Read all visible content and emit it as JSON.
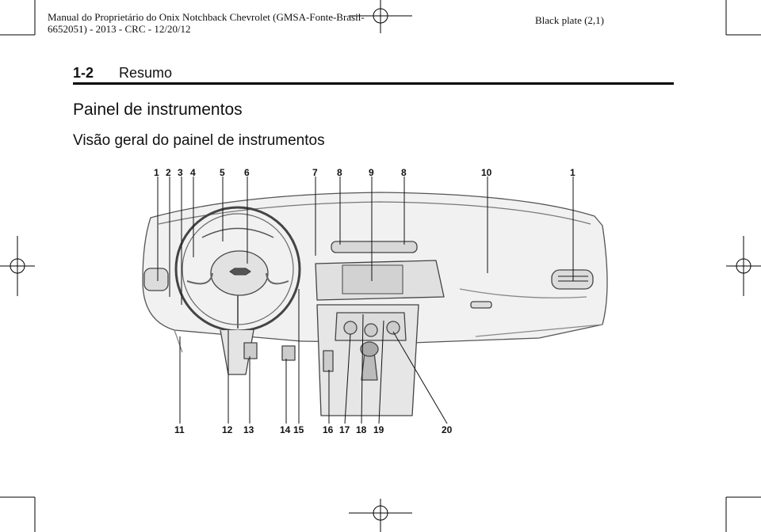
{
  "header": {
    "title_line1": "Manual do Proprietário do Onix Notchback Chevrolet (GMSA-Fonte-Brasil-",
    "title_line2": "6652051) - 2013 - CRC - 12/20/12",
    "plate": "Black plate (2,1)"
  },
  "section": {
    "number": "1-2",
    "title": "Resumo"
  },
  "heading": "Painel de instrumentos",
  "subheading": "Visão geral do painel de instrumentos",
  "figure": {
    "top_labels": [
      "1",
      "2",
      "3",
      "4",
      "5",
      "6",
      "7",
      "8",
      "9",
      "8",
      "10",
      "1"
    ],
    "bottom_labels": [
      "11",
      "12",
      "13",
      "14",
      "15",
      "16",
      "17",
      "18",
      "19",
      "20"
    ]
  }
}
